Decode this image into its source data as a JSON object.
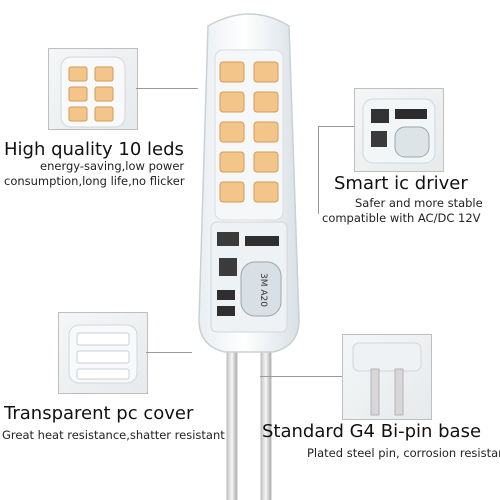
{
  "labels": {
    "top_left": {
      "title": "High quality 10 leds",
      "line1": "energy-saving,low power",
      "line2": "consumption,long life,no flicker"
    },
    "top_right": {
      "title": "Smart ic driver",
      "line1": "Safer and more stable",
      "line2": "compatible with AC/DC 12V"
    },
    "bottom_left": {
      "title": "Transparent pc cover",
      "line1": "Great heat resistance,shatter resistant"
    },
    "bottom_right": {
      "title": "Standard G4 Bi-pin base",
      "line1": "Plated steel pin, corrosion resistant"
    }
  },
  "printed_text": {
    "chip_marking": "3M A20"
  },
  "icons": {
    "led_chip": "led-chip-icon",
    "driver": "driver-board-icon",
    "pins": "bi-pin-icon"
  },
  "colors": {
    "led": "#f3c58a",
    "led_glow": "#ffe2b8",
    "line": "#9a9a9a",
    "text": "#111111"
  }
}
